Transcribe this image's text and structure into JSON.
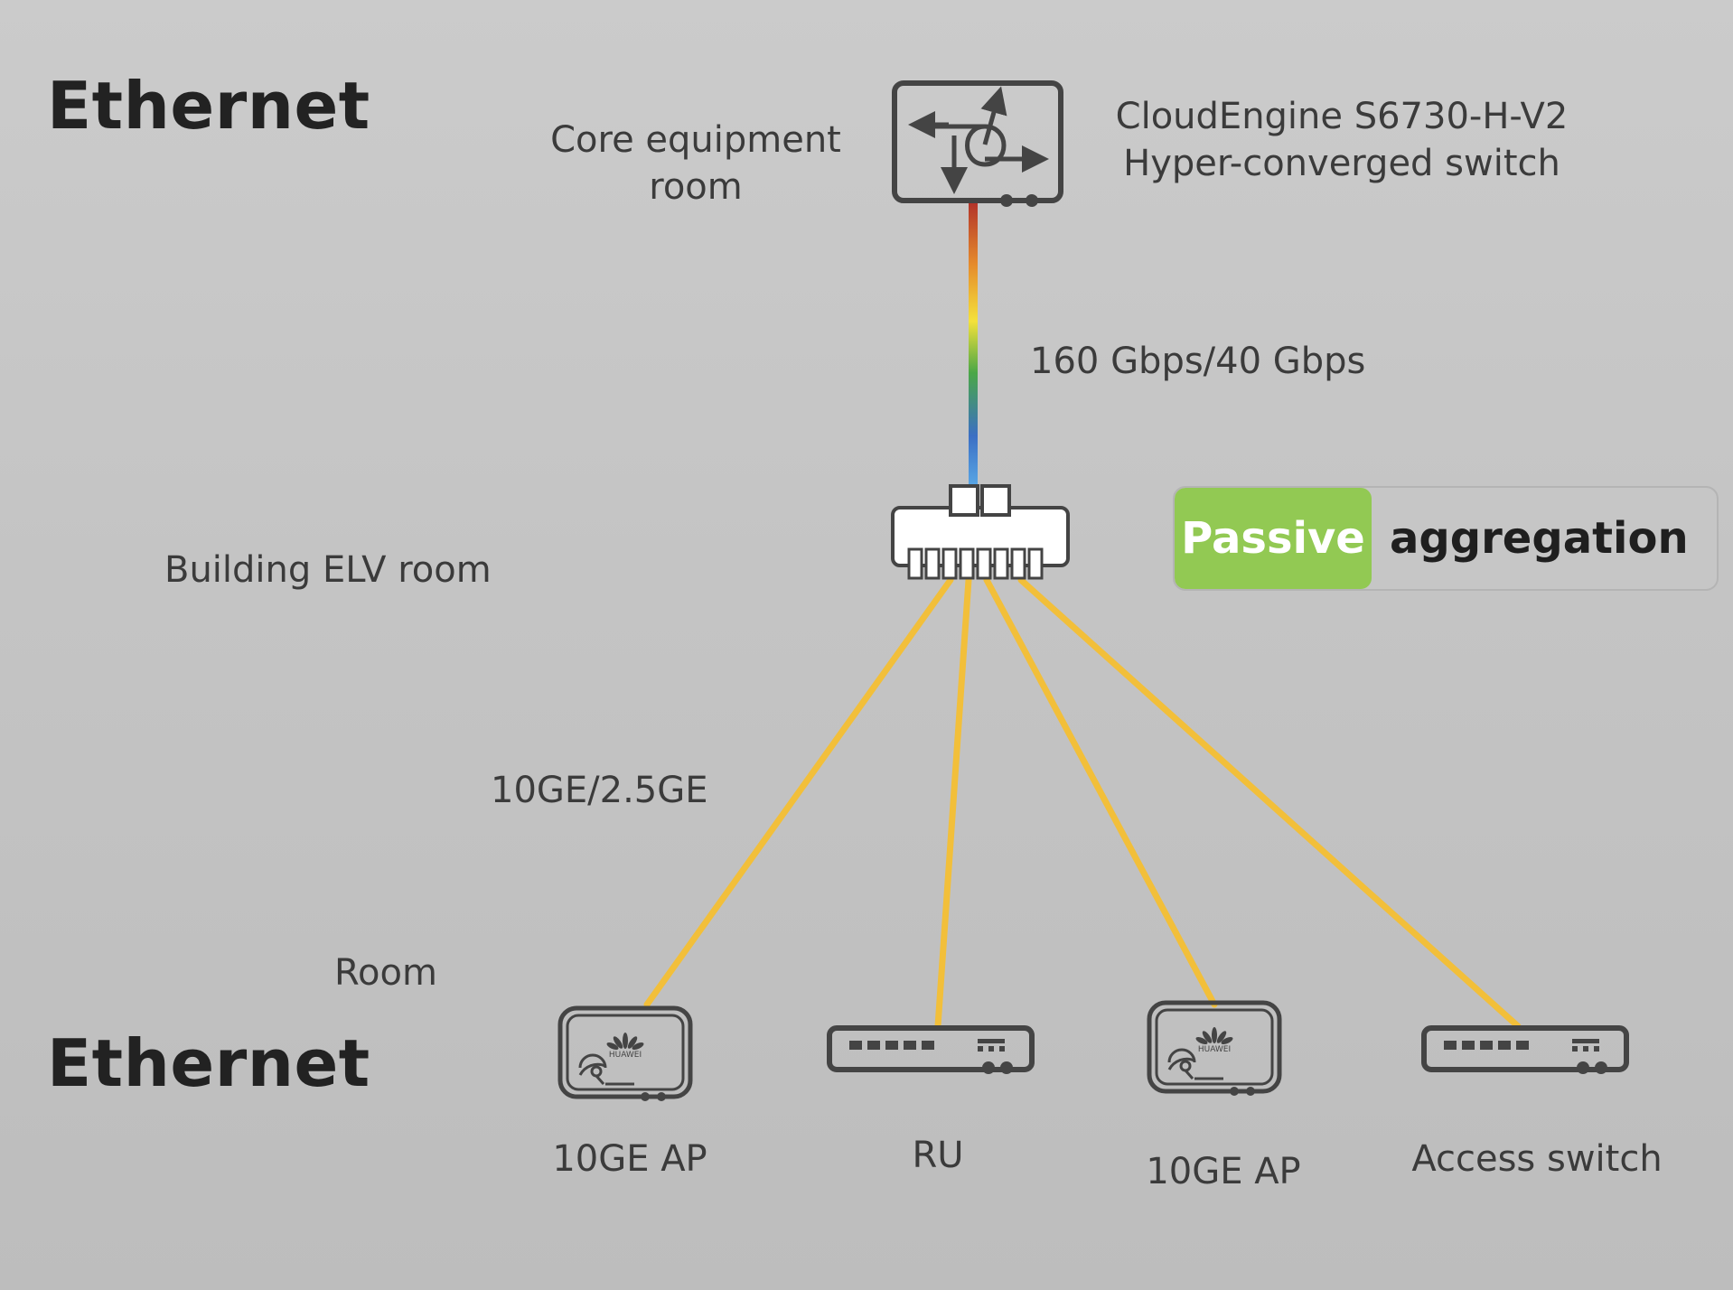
{
  "headings": {
    "top": "Ethernet",
    "bottom": "Ethernet"
  },
  "labels": {
    "core_room_line1": "Core equipment",
    "core_room_line2": "room",
    "switch_name_line1": "CloudEngine S6730-H-V2",
    "switch_name_line2": "Hyper-converged switch",
    "uplink_speed": "160 Gbps/40 Gbps",
    "building_elv_room": "Building ELV room",
    "downlink_speed": "10GE/2.5GE",
    "room": "Room"
  },
  "badge": {
    "highlight": "Passive",
    "text": "aggregation"
  },
  "devices": [
    {
      "label": "10GE AP",
      "type": "ap"
    },
    {
      "label": "RU",
      "type": "switch"
    },
    {
      "label": "10GE AP",
      "type": "ap"
    },
    {
      "label": "Access switch",
      "type": "switch"
    }
  ],
  "ap_brand": "HUAWEI",
  "colors": {
    "link": "#f2bf3a",
    "icon_stroke": "#444444",
    "badge_green": "#92c953"
  },
  "icons": {
    "core_switch": "router-switch-icon",
    "aggregation": "passive-aggregation-icon",
    "ap": "wireless-ap-icon",
    "switch": "access-switch-icon"
  }
}
